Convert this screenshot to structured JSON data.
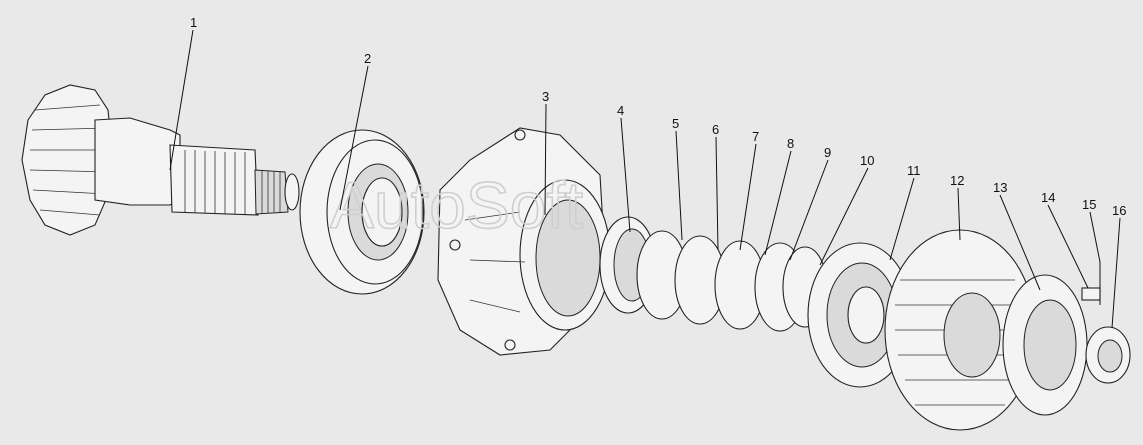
{
  "callouts": [
    "1",
    "2",
    "3",
    "4",
    "5",
    "6",
    "7",
    "8",
    "9",
    "10",
    "11",
    "12",
    "13",
    "14",
    "15",
    "16"
  ],
  "watermark": "AutoSoft"
}
